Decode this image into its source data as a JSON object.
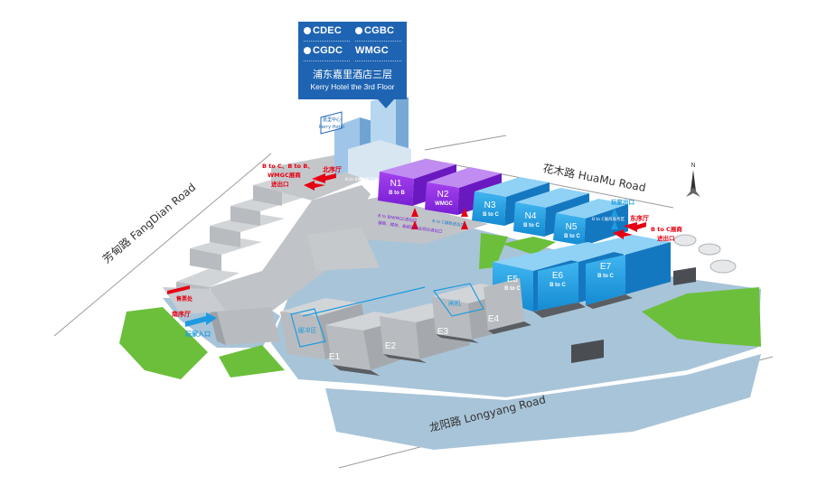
{
  "banner": {
    "logos": [
      "CDEC",
      "CGBC",
      "CGDC",
      "WMGC"
    ],
    "hotel_cn": "浦东嘉里酒店三层",
    "hotel_en": "Kerry Hotel the 3rd Floor"
  },
  "kerry_sign": [
    "嘉里中心",
    "Kerry Hotel"
  ],
  "roads": {
    "huamu": "花木路 HuaMu Road",
    "fangdian": "芳甸路 FangDian Road",
    "longyang": "龙阳路 Longyang Road"
  },
  "compass_letter": "N",
  "halls": {
    "n1": "N1",
    "n2": "N2",
    "n3": "N3",
    "n4": "N4",
    "n5": "N5",
    "e1": "E1",
    "e2": "E2",
    "e3": "E3",
    "e4": "E4",
    "e5": "E5",
    "e6": "E6",
    "e7": "E7",
    "b_to_b": "B to B",
    "wmgc": "WMGC",
    "b_to_c": "B to C"
  },
  "labels": {
    "north_entrance_line1": "B to C、B to B、",
    "north_entrance_line2": "WMGC展商",
    "north_entrance_line3": "进出口",
    "north_lobby": "北序厅",
    "east_lobby": "东序厅",
    "east_exhibitor_line1": "B to C展商",
    "east_exhibitor_line2": "进出口",
    "player_exit": "玩家出口",
    "south_lobby": "南序厅",
    "player_entrance": "玩家入口",
    "ticket_office": "售票处",
    "buffer_zone": "缓冲区",
    "gate": "闸机",
    "service_nw": "B to B展商服务区",
    "service_ne": "B to C展商服务区",
    "n_gap_line1": "B to B/WMGC进出口",
    "n_gap_line2": "展商、媒体、高级别专业观众进出口",
    "n_gap_line3": "B to C展商进出口"
  },
  "colors": {
    "hall_gray": "#b8bcc0",
    "hall_blue": "#1e9be0",
    "hall_purple": "#8a2be2",
    "plaza_blue": "#a8c4d8",
    "grass_green": "#6cbf3b",
    "accent_red": "#e60012",
    "arrow_blue": "#1e9be0",
    "banner_blue": "#1f64b2"
  }
}
